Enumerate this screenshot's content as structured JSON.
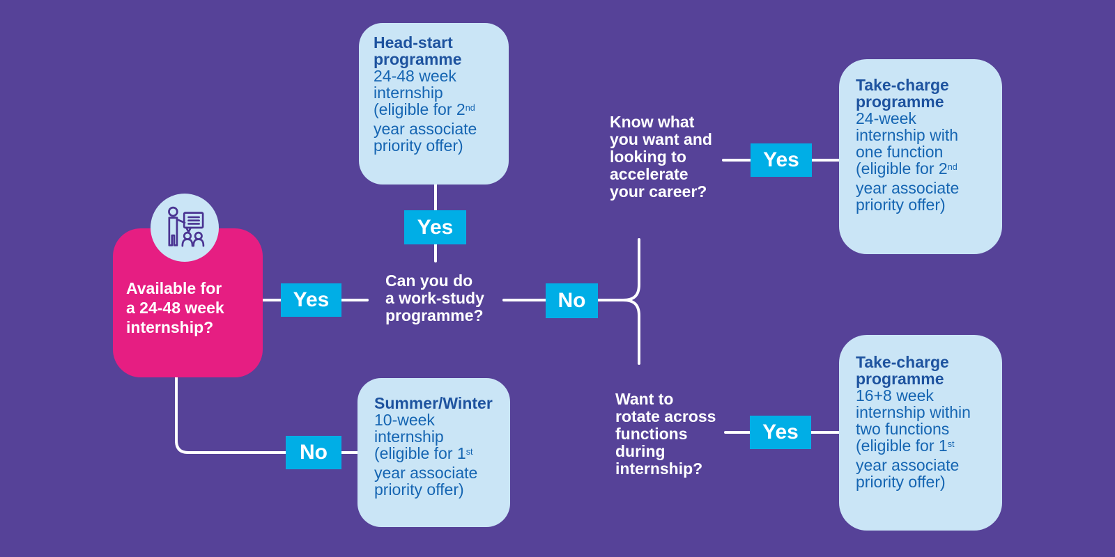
{
  "colors": {
    "background": "#564298",
    "card_bg": "#cae5f6",
    "pink": "#e61e82",
    "cyan": "#00aee6",
    "card_title": "#1e539f",
    "card_body": "#1565b2",
    "connector": "#ffffff",
    "icon_stroke": "#4a3492"
  },
  "root": {
    "question": "Available for\na 24-48 week\ninternship?",
    "icon": "presenter-with-audience-icon"
  },
  "questions": {
    "work_study": "Can you do\na work-study\nprogramme?",
    "accelerate": "Know what\nyou want and\nlooking to\naccelerate\nyour career?",
    "rotate": "Want to\nrotate across\nfunctions\nduring\ninternship?"
  },
  "decisions": {
    "root_yes": "Yes",
    "root_no": "No",
    "work_study_yes": "Yes",
    "work_study_no": "No",
    "accelerate_yes": "Yes",
    "rotate_yes": "Yes"
  },
  "programmes": [
    {
      "id": "head-start",
      "title": "Head-start\nprogramme",
      "body_segments": [
        {
          "text": "24-48 week\ninternship\n(eligible for 2"
        },
        {
          "text": "nd",
          "sup": true
        },
        {
          "text": "\nyear associate\npriority offer)"
        }
      ]
    },
    {
      "id": "take-charge-one-function",
      "title": "Take-charge\nprogramme",
      "body_segments": [
        {
          "text": "24-week\ninternship with\none function\n(eligible for 2"
        },
        {
          "text": "nd",
          "sup": true
        },
        {
          "text": "\nyear associate\npriority offer)"
        }
      ]
    },
    {
      "id": "summer-winter",
      "title": "Summer/Winter",
      "body_segments": [
        {
          "text": "10-week\ninternship\n(eligible for 1"
        },
        {
          "text": "st",
          "sup": true
        },
        {
          "text": "\nyear associate\npriority offer)"
        }
      ]
    },
    {
      "id": "take-charge-two-functions",
      "title": "Take-charge\nprogramme",
      "body_segments": [
        {
          "text": "16+8 week\ninternship within\ntwo functions\n(eligible for 1"
        },
        {
          "text": "st",
          "sup": true
        },
        {
          "text": "\nyear associate\npriority offer)"
        }
      ]
    }
  ]
}
